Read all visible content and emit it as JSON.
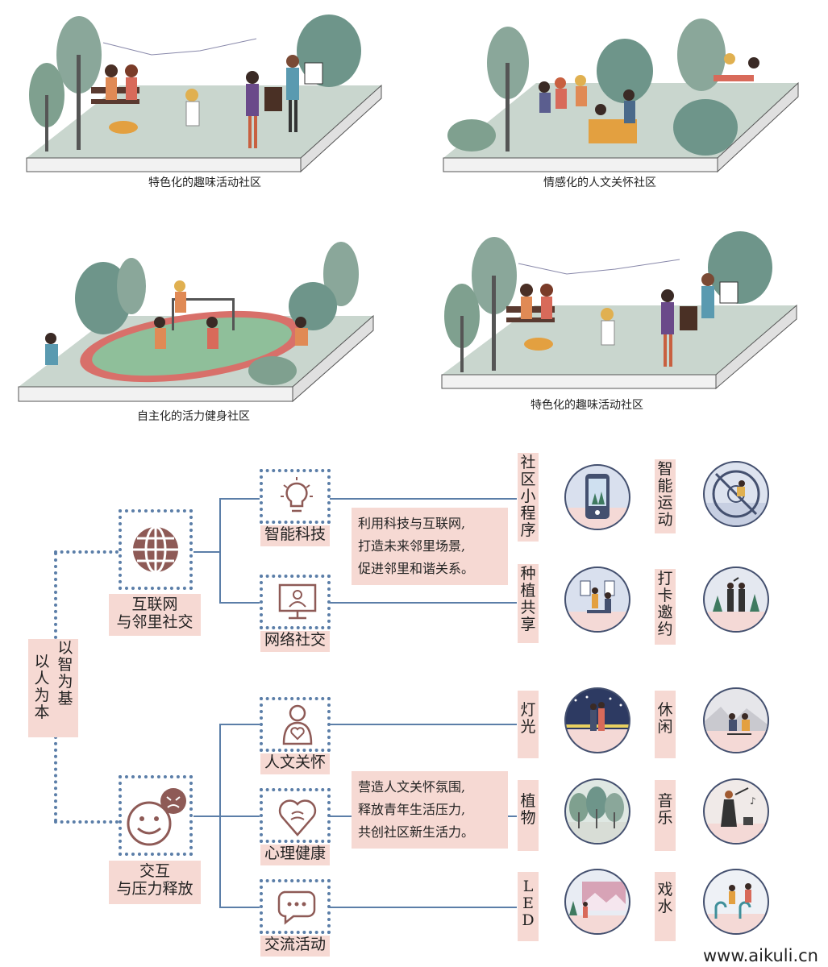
{
  "scenes": [
    {
      "caption": "特色化的趣味活动社区"
    },
    {
      "caption": "情感化的人文关怀社区"
    },
    {
      "caption": "自主化的活力健身社区"
    },
    {
      "caption": "特色化的趣味活动社区"
    }
  ],
  "root": {
    "col1": "以人为本",
    "col2": "以智为基"
  },
  "branches": [
    {
      "title_line1": "互联网",
      "title_line2": "与邻里社交",
      "icon": "globe-icon"
    },
    {
      "title_line1": "交互",
      "title_line2": "与压力释放",
      "icon": "emoji-faces-icon"
    }
  ],
  "subnodes": [
    {
      "label": "智能科技",
      "icon": "lightbulb-icon"
    },
    {
      "label": "网络社交",
      "icon": "monitor-user-icon"
    },
    {
      "label": "人文关怀",
      "icon": "person-heart-icon"
    },
    {
      "label": "心理健康",
      "icon": "heart-mind-icon"
    },
    {
      "label": "交流活动",
      "icon": "chat-bubbles-icon"
    }
  ],
  "descriptions": [
    {
      "lines": [
        "利用科技与互联网,",
        "打造未来邻里场景,",
        "促进邻里和谐关系。"
      ]
    },
    {
      "lines": [
        "营造人文关怀氛围,",
        "释放青年生活压力,",
        "共创社区新生活力。"
      ]
    }
  ],
  "features": [
    {
      "label": "社区小程序",
      "icon": "phone-app-icon"
    },
    {
      "label": "智能运动",
      "icon": "fitness-wheel-icon"
    },
    {
      "label": "种植共享",
      "icon": "planting-share-icon"
    },
    {
      "label": "打卡邀约",
      "icon": "checkin-icon"
    },
    {
      "label": "灯光",
      "icon": "lighting-icon"
    },
    {
      "label": "休闲",
      "icon": "leisure-icon"
    },
    {
      "label": "植物",
      "icon": "plants-icon"
    },
    {
      "label": "音乐",
      "icon": "music-icon"
    },
    {
      "label": "LED",
      "icon": "led-screen-icon"
    },
    {
      "label": "戏水",
      "icon": "water-play-icon"
    }
  ],
  "colors": {
    "accent_blue": "#5b7ea8",
    "label_pink": "#f6d9d3",
    "icon_brown": "#8e5a56",
    "tree_green": "#7fa08f",
    "ground": "#c9d6ce"
  },
  "watermark": "www.aikuli.cn"
}
